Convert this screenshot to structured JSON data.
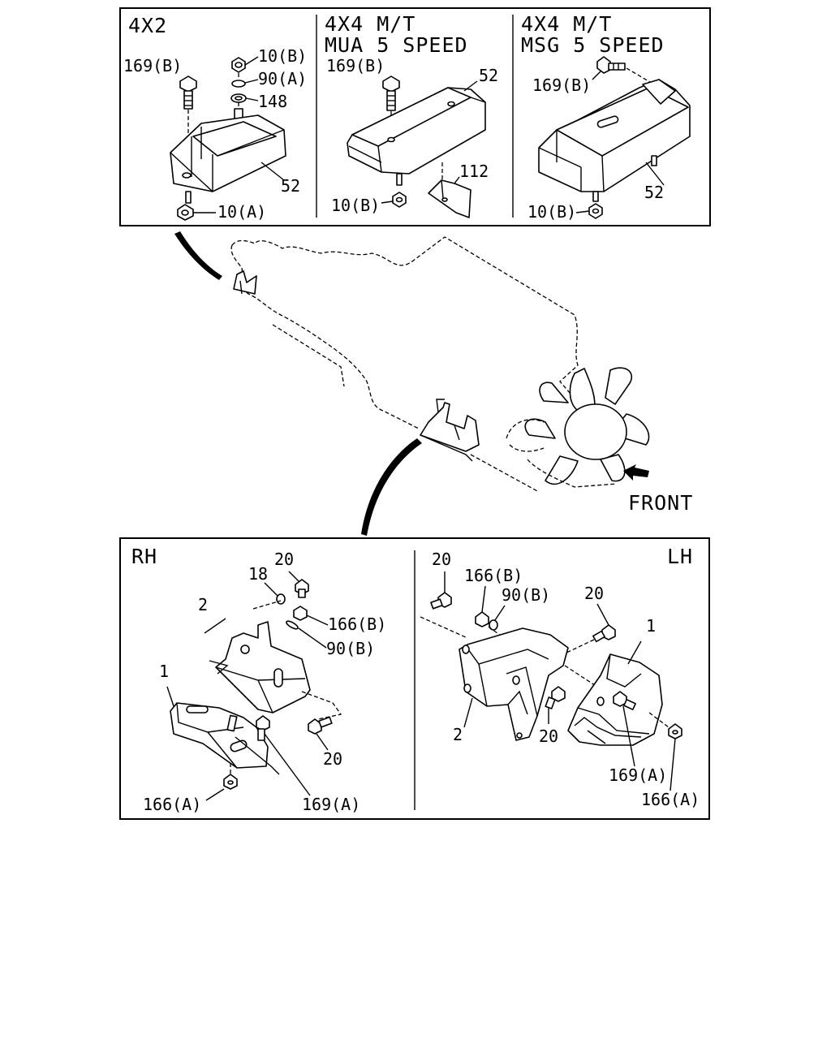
{
  "top_panel": {
    "sections": [
      {
        "header": [
          "4X2"
        ],
        "labels": [
          "169(B)",
          "10(B)",
          "90(A)",
          "148",
          "52",
          "10(A)"
        ]
      },
      {
        "header": [
          "4X4 M/T",
          "MUA 5 SPEED"
        ],
        "labels": [
          "169(B)",
          "52",
          "112",
          "10(B)"
        ]
      },
      {
        "header": [
          "4X4 M/T",
          "MSG 5 SPEED"
        ],
        "labels": [
          "169(B)",
          "52",
          "10(B)"
        ]
      }
    ]
  },
  "center": {
    "front_label": "FRONT"
  },
  "bottom_panel": {
    "rh": {
      "header": "RH",
      "labels": [
        "20",
        "18",
        "2",
        "166(B)",
        "90(B)",
        "1",
        "20",
        "166(A)",
        "169(A)"
      ]
    },
    "lh": {
      "header": "LH",
      "labels": [
        "20",
        "166(B)",
        "90(B)",
        "20",
        "1",
        "2",
        "20",
        "169(A)",
        "166(A)"
      ]
    }
  }
}
